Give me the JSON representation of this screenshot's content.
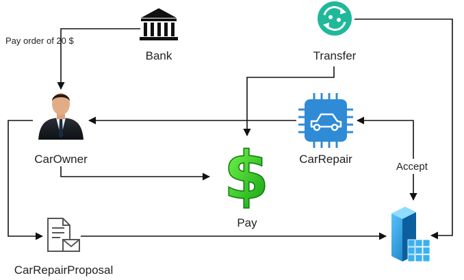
{
  "nodes": {
    "bank": {
      "label": "Bank",
      "icon": "bank-icon"
    },
    "transfer": {
      "label": "Transfer",
      "icon": "transfer-cycle-icon"
    },
    "car_owner": {
      "label": "CarOwner",
      "icon": "businessman-icon"
    },
    "car_repair": {
      "label": "CarRepair",
      "icon": "car-chip-icon"
    },
    "pay": {
      "label": "Pay",
      "icon": "dollar-sign-icon"
    },
    "car_repair_proposal": {
      "label": "CarRepairProposal",
      "icon": "document-mail-icon"
    },
    "server": {
      "label": "",
      "icon": "server-cluster-icon"
    }
  },
  "edges": {
    "bank_to_owner": {
      "label": "Pay order of 20 $"
    },
    "server_to_carrepair": {
      "label": "Accept"
    }
  },
  "colors": {
    "transfer_green": "#1fb89a",
    "chip_blue": "#2f8bd6",
    "dollar_green": "#20c020",
    "server_blue": "#1a8fd8",
    "line": "#111111"
  }
}
